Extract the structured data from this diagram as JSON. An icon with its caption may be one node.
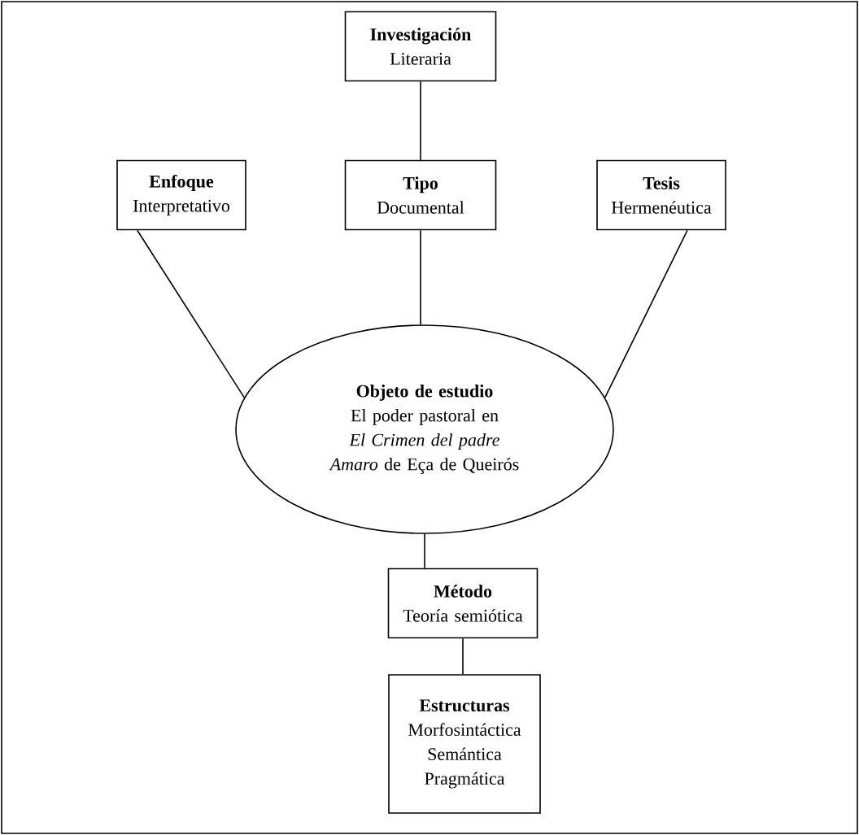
{
  "diagram": {
    "nodes": [
      {
        "text": [
          "Investigación",
          "Literaria"
        ]
      },
      {
        "text": [
          "Enfoque",
          "Interpretativo"
        ]
      },
      {
        "text": [
          "Tipo",
          "Documental"
        ]
      },
      {
        "text": [
          "Tesis",
          "Hermenéutica"
        ]
      },
      {
        "text": [
          "Objeto de estudio",
          "El poder pastoral en *El Crimen del padre Amaro* de Eça de Queirós"
        ]
      },
      {
        "text": [
          "Método",
          "Teoría semiótica"
        ]
      },
      {
        "text": [
          "Estructuras",
          "Morfosintáctica",
          "Semántica",
          "Pragmática"
        ]
      }
    ],
    "edges": [
      {
        "from": 0,
        "to": 2,
        "arrow": "none"
      },
      {
        "from": 1,
        "to": 4,
        "arrow": "none"
      },
      {
        "from": 2,
        "to": 4,
        "arrow": "none"
      },
      {
        "from": 3,
        "to": 4,
        "arrow": "none"
      },
      {
        "from": 4,
        "to": 5,
        "arrow": "none"
      },
      {
        "from": 5,
        "to": 6,
        "arrow": "none"
      }
    ]
  }
}
